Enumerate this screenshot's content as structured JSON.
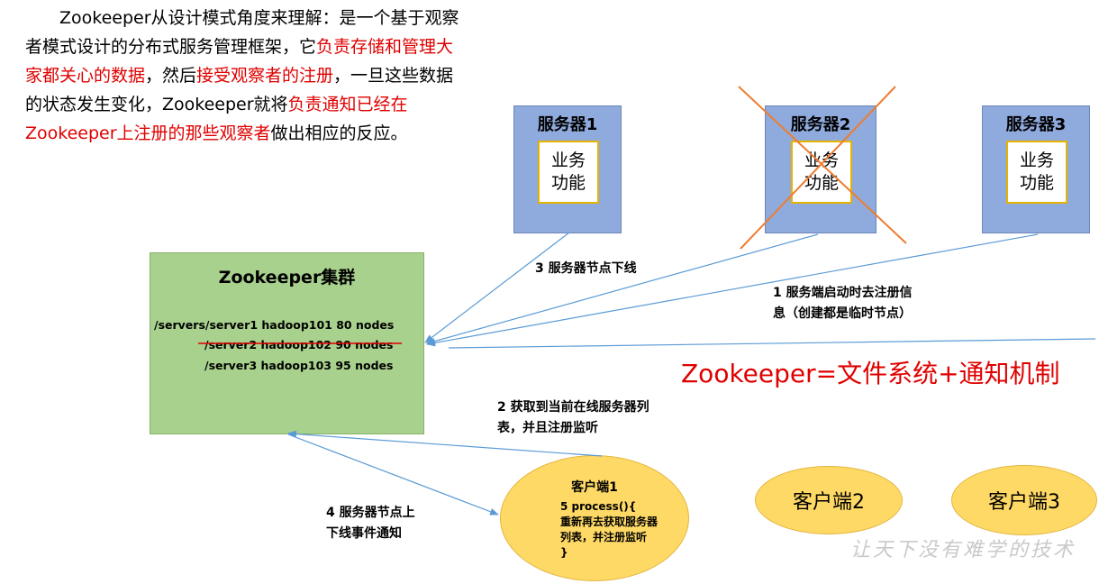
{
  "intro": {
    "p1": "Zookeeper从设计模式角度来理解：是一个基于观察者模式设计的分布式服务管理框架，它",
    "p2": "负责存储和管理大家都关心的数据",
    "p3": "，然后",
    "p4": "接受观察者的注册",
    "p5": "，一旦这些数据的状态发生变化，Zookeeper就将",
    "p6": "负责通知已经在Zookeeper上注册的那些观察者",
    "p7": "做出相应的反应。"
  },
  "servers": [
    {
      "title": "服务器1",
      "biz_line1": "业务",
      "biz_line2": "功能"
    },
    {
      "title": "服务器2",
      "biz_line1": "业务",
      "biz_line2": "功能"
    },
    {
      "title": "服务器3",
      "biz_line1": "业务",
      "biz_line2": "功能"
    }
  ],
  "cluster": {
    "title": "Zookeeper集群",
    "nodes": [
      "/servers/server1   hadoop101   80 nodes",
      "/server2   hadoop102   90 nodes",
      "/server3   hadoop103   95 nodes"
    ]
  },
  "steps": {
    "s3": "3 服务器节点下线",
    "s1_line1": "1  服务端启动时去注册信",
    "s1_line2": "息（创建都是临时节点）",
    "s2_line1": "2  获取到当前在线服务器列",
    "s2_line2": "表，并且注册监听",
    "s4_line1": "4  服务器节点上",
    "s4_line2": "下线事件通知"
  },
  "headline": "Zookeeper=文件系统+通知机制",
  "clients": {
    "c1_title": "客户端1",
    "c1_lines": [
      "5 process(){",
      "重新再去获取服务器",
      "列表，并注册监听",
      "}"
    ],
    "c2": "客户端2",
    "c3": "客户端3"
  },
  "watermark": "让天下没有难学的技术",
  "colors": {
    "server_fill": "#8faadc",
    "cluster_fill": "#a9d18e",
    "client_fill": "#ffd966",
    "arrow": "#5b9bd5",
    "cross": "#ed7d31",
    "highlight": "#e00000"
  }
}
